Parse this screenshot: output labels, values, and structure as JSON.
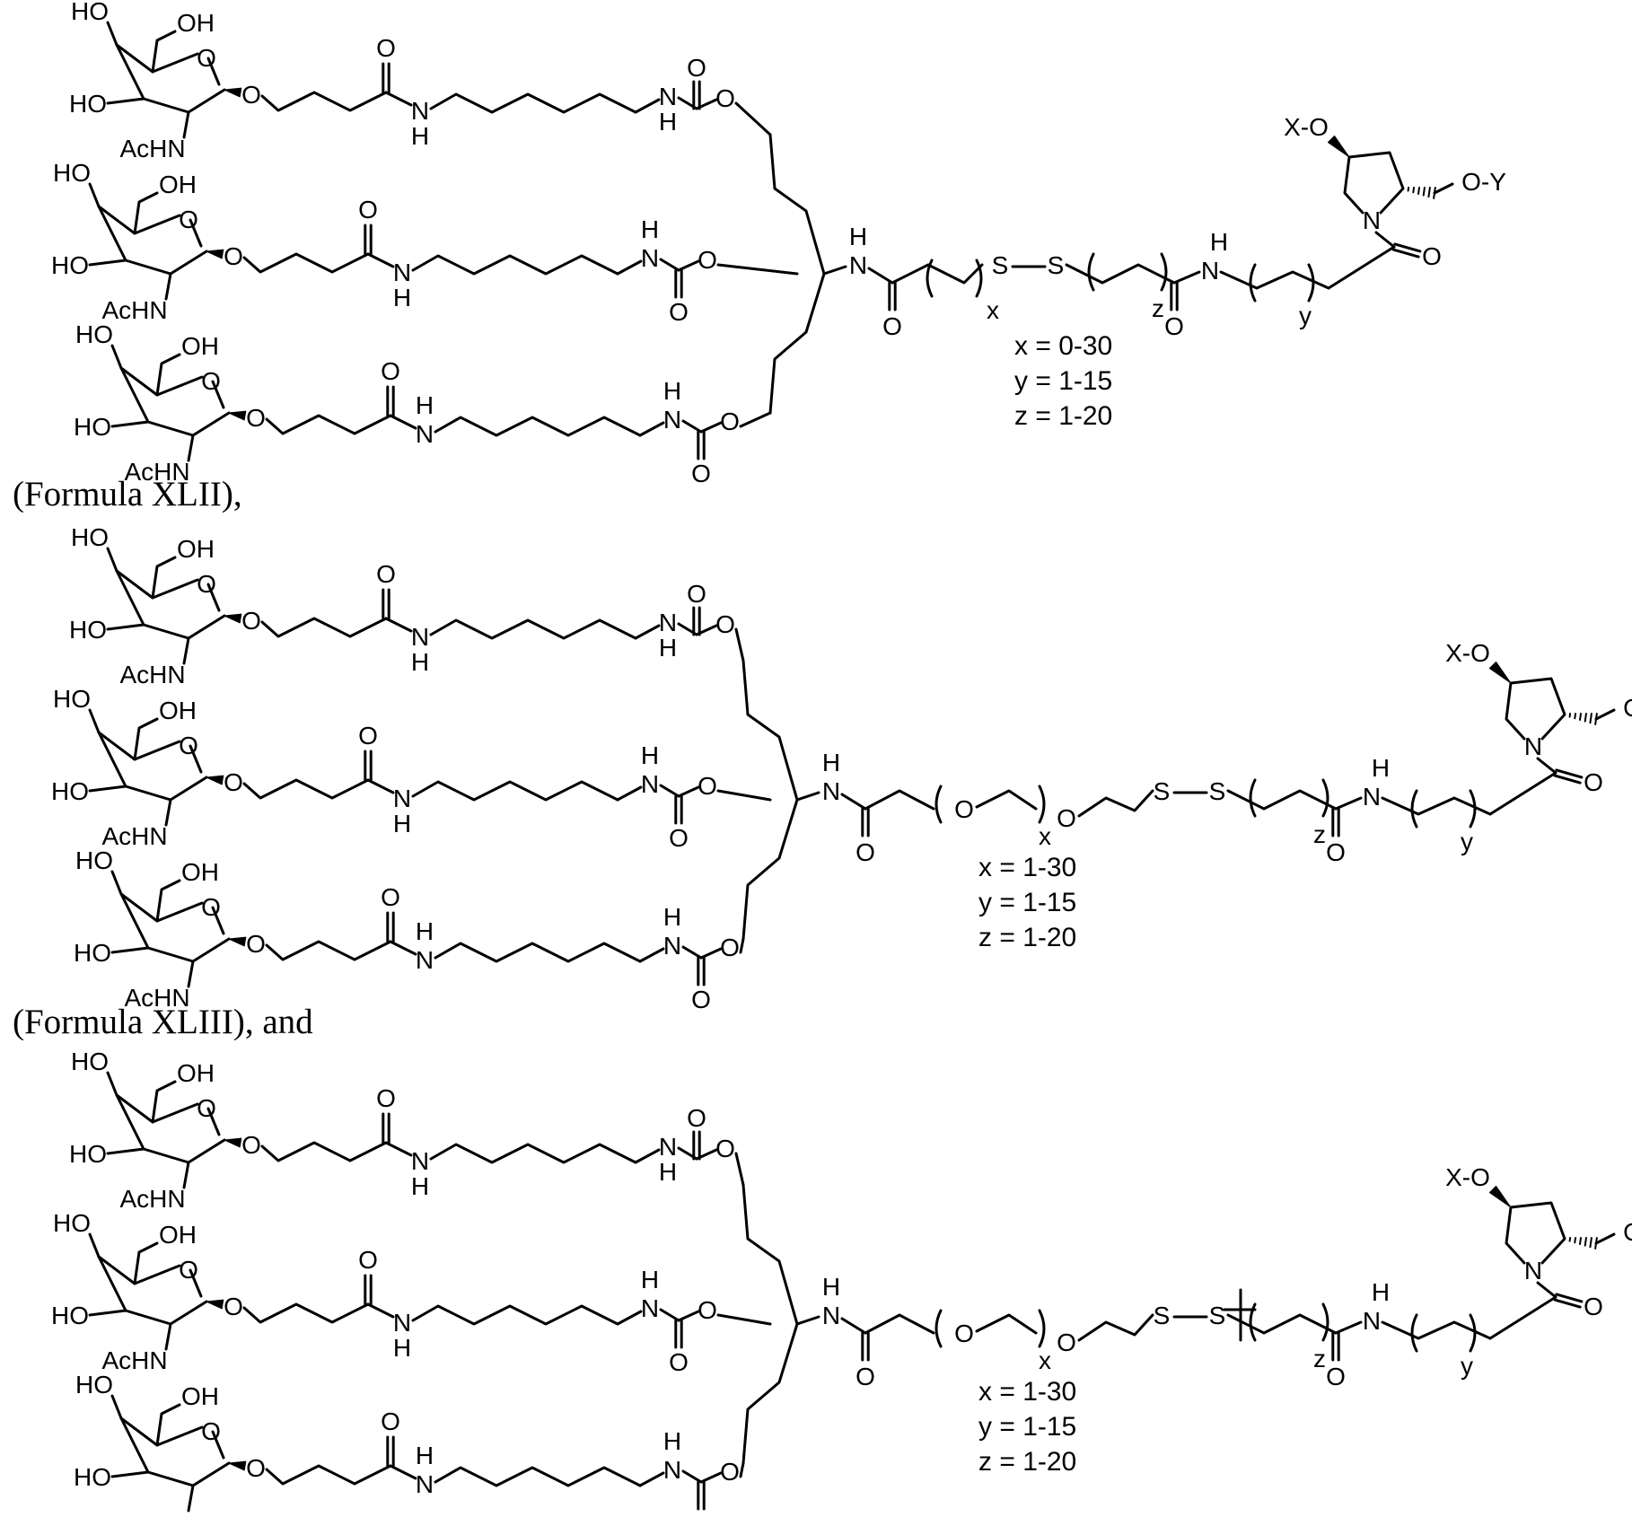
{
  "ligand": {
    "ho": "HO",
    "oh": "OH",
    "achn": "AcHN",
    "o": "O",
    "n": "N",
    "h": "H",
    "s": "S",
    "x_o": "X-O",
    "o_y": "O-Y",
    "sub_x": "x",
    "sub_y": "y",
    "sub_z": "z"
  },
  "formulas": [
    {
      "ranges": [
        "x = 0-30",
        "y = 1-15",
        "z = 1-20"
      ]
    },
    {
      "caption": "(Formula XLII),",
      "ranges": [
        "x = 1-30",
        "y = 1-15",
        "z = 1-20"
      ]
    },
    {
      "caption": "(Formula XLIII), and",
      "ranges": [
        "x = 1-30",
        "y = 1-15",
        "z = 1-20"
      ]
    }
  ]
}
